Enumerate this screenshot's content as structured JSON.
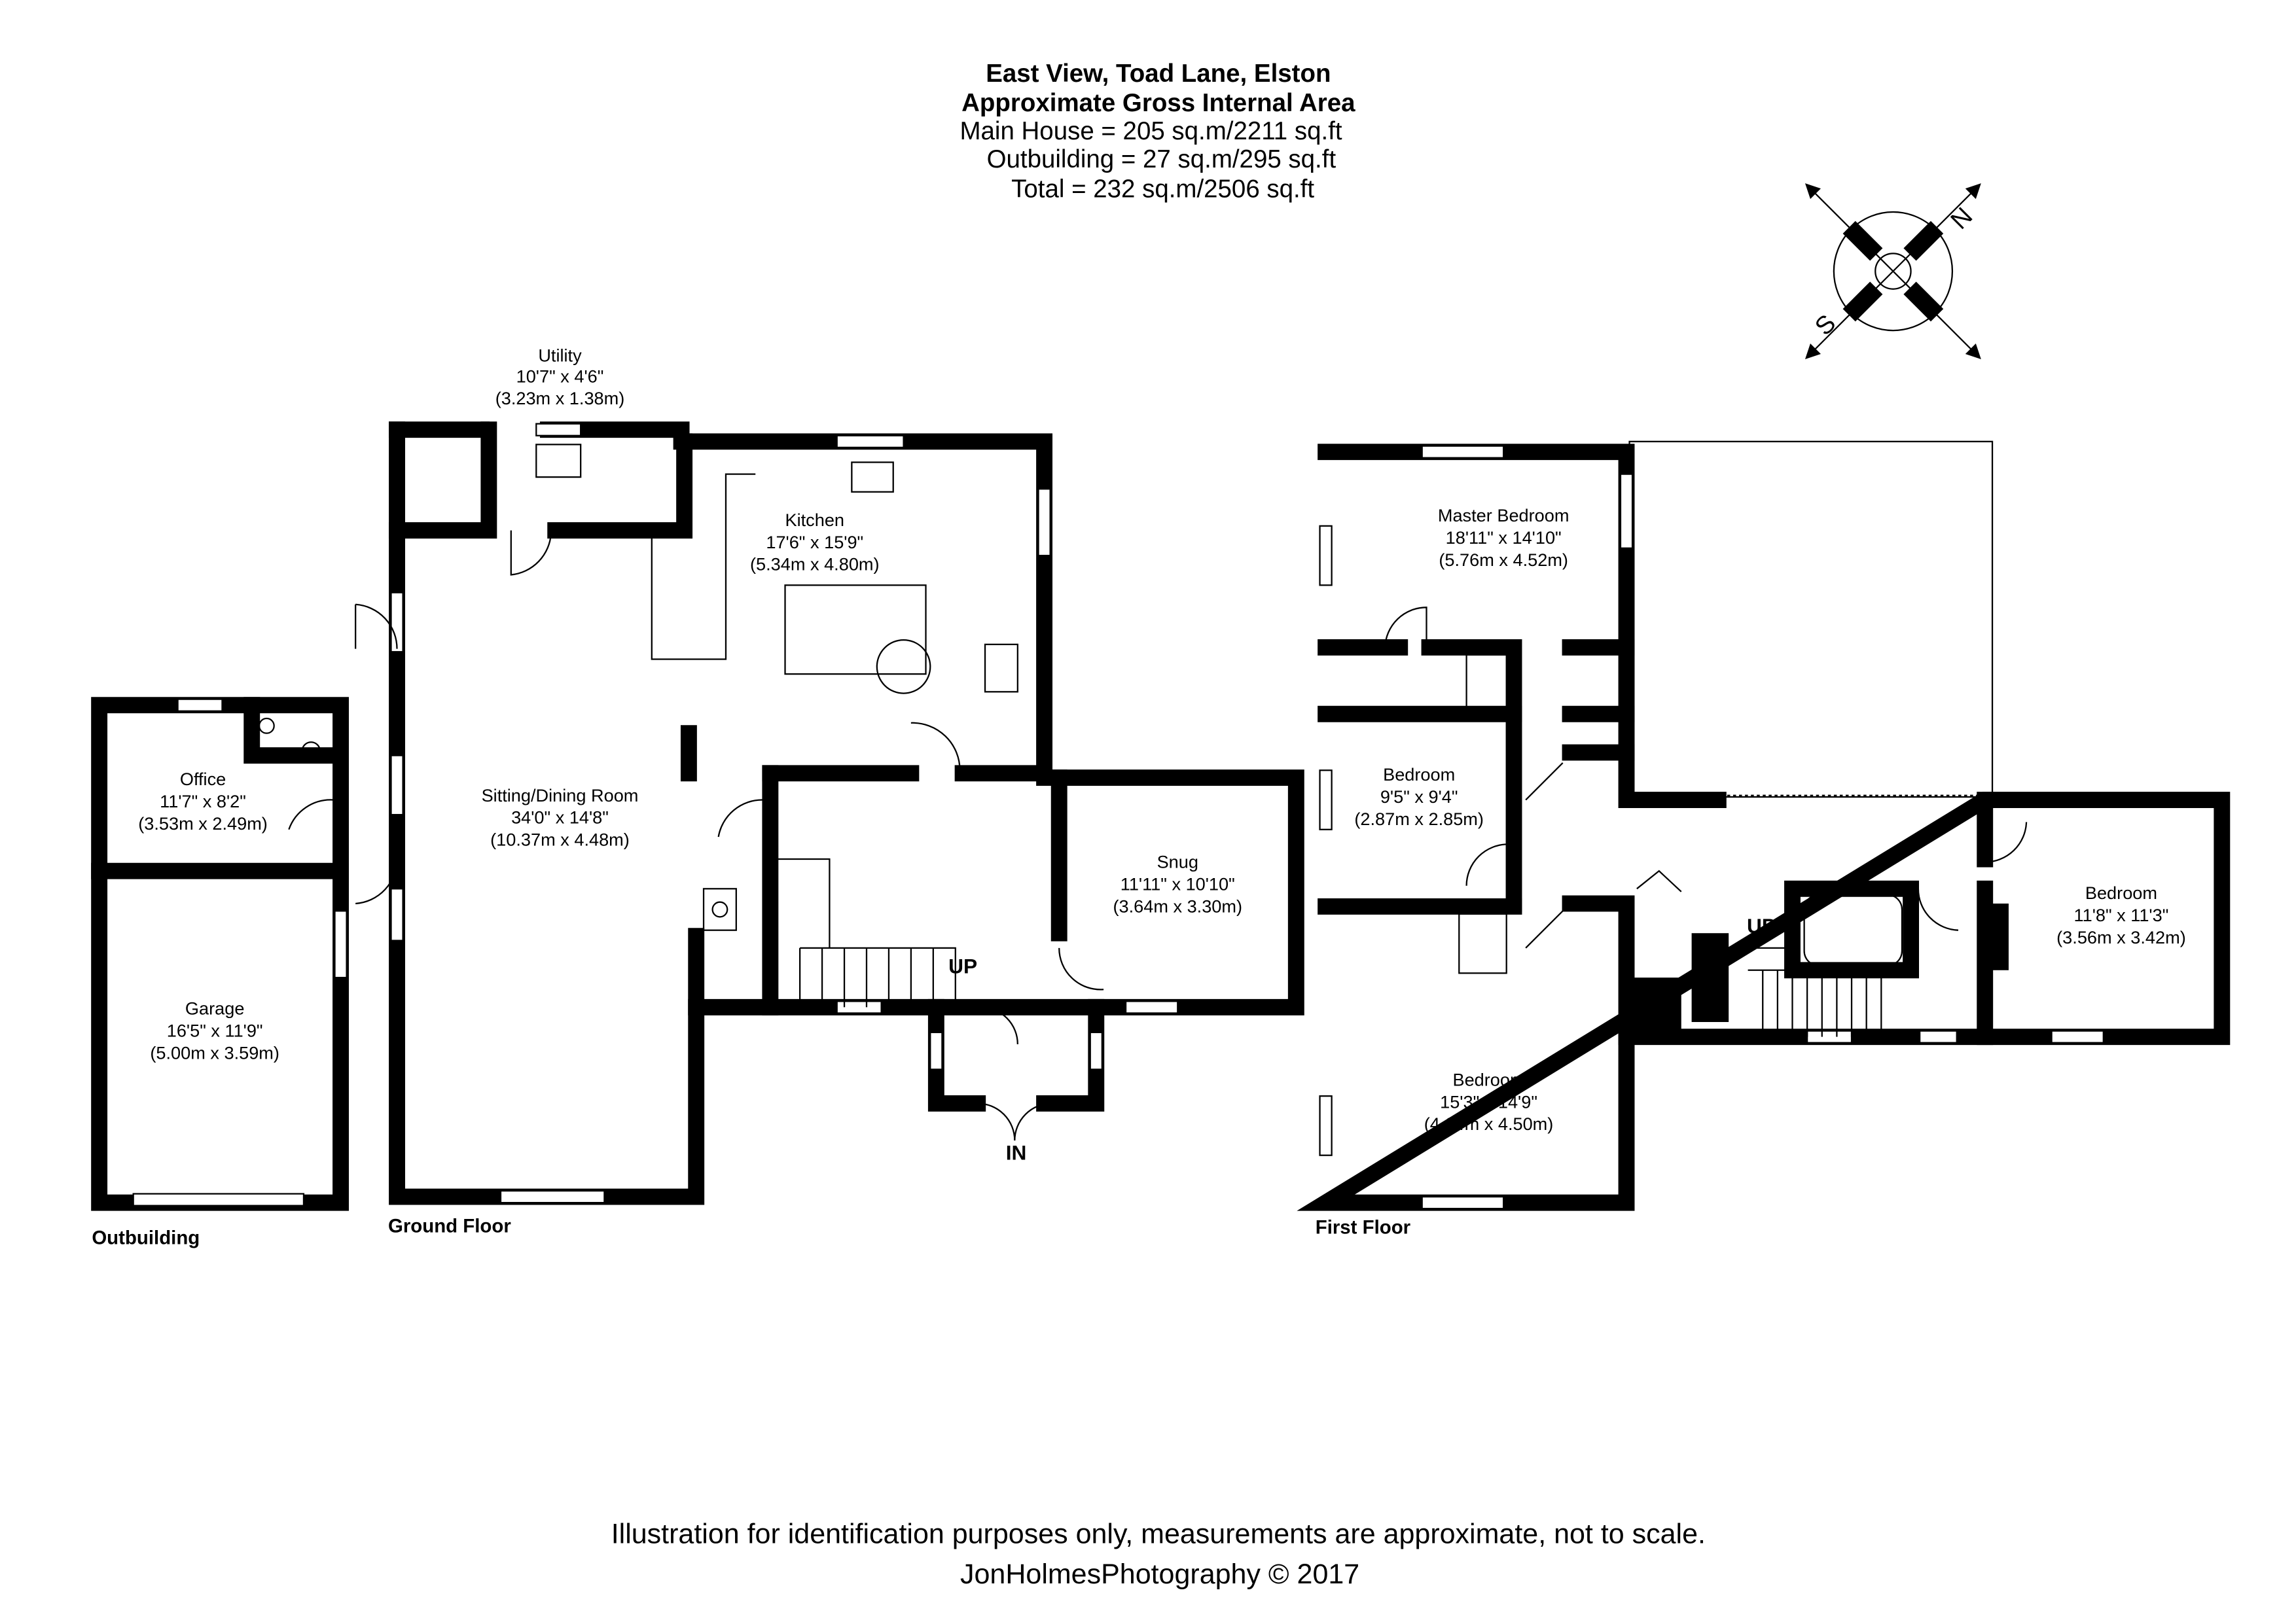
{
  "header": {
    "address": "East View, Toad Lane, Elston",
    "subtitle": "Approximate Gross Internal Area",
    "main_house": "Main House = 205 sq.m/2211 sq.ft",
    "outbuilding": "Outbuilding = 27 sq.m/295 sq.ft",
    "total": "Total = 232 sq.m/2506 sq.ft"
  },
  "compass": {
    "north": "N",
    "south": "S"
  },
  "floors": {
    "outbuilding": "Outbuilding",
    "ground": "Ground Floor",
    "first": "First Floor"
  },
  "rooms": {
    "utility": {
      "name": "Utility",
      "imperial": "10'7\" x 4'6\"",
      "metric": "(3.23m x 1.38m)"
    },
    "kitchen": {
      "name": "Kitchen",
      "imperial": "17'6\" x 15'9\"",
      "metric": "(5.34m x 4.80m)"
    },
    "sitting": {
      "name": "Sitting/Dining Room",
      "imperial": "34'0\" x 14'8\"",
      "metric": "(10.37m x 4.48m)"
    },
    "snug": {
      "name": "Snug",
      "imperial": "11'11\" x 10'10\"",
      "metric": "(3.64m x 3.30m)"
    },
    "office": {
      "name": "Office",
      "imperial": "11'7\" x 8'2\"",
      "metric": "(3.53m x 2.49m)"
    },
    "garage": {
      "name": "Garage",
      "imperial": "16'5\" x 11'9\"",
      "metric": "(5.00m x 3.59m)"
    },
    "master": {
      "name": "Master Bedroom",
      "imperial": "18'11\" x 14'10\"",
      "metric": "(5.76m x 4.52m)"
    },
    "bed2": {
      "name": "Bedroom",
      "imperial": "9'5\" x 9'4\"",
      "metric": "(2.87m x 2.85m)"
    },
    "bed3": {
      "name": "Bedroom",
      "imperial": "15'3\" x 14'9\"",
      "metric": "(4.64m x 4.50m)"
    },
    "bed4": {
      "name": "Bedroom",
      "imperial": "11'8\" x 11'3\"",
      "metric": "(3.56m x 3.42m)"
    }
  },
  "markers": {
    "up_ground": "UP",
    "up_first": "UP",
    "entrance": "IN"
  },
  "footer": {
    "disclaimer": "Illustration for identification purposes only, measurements are approximate, not to scale.",
    "credit": "JonHolmesPhotography © 2017"
  }
}
